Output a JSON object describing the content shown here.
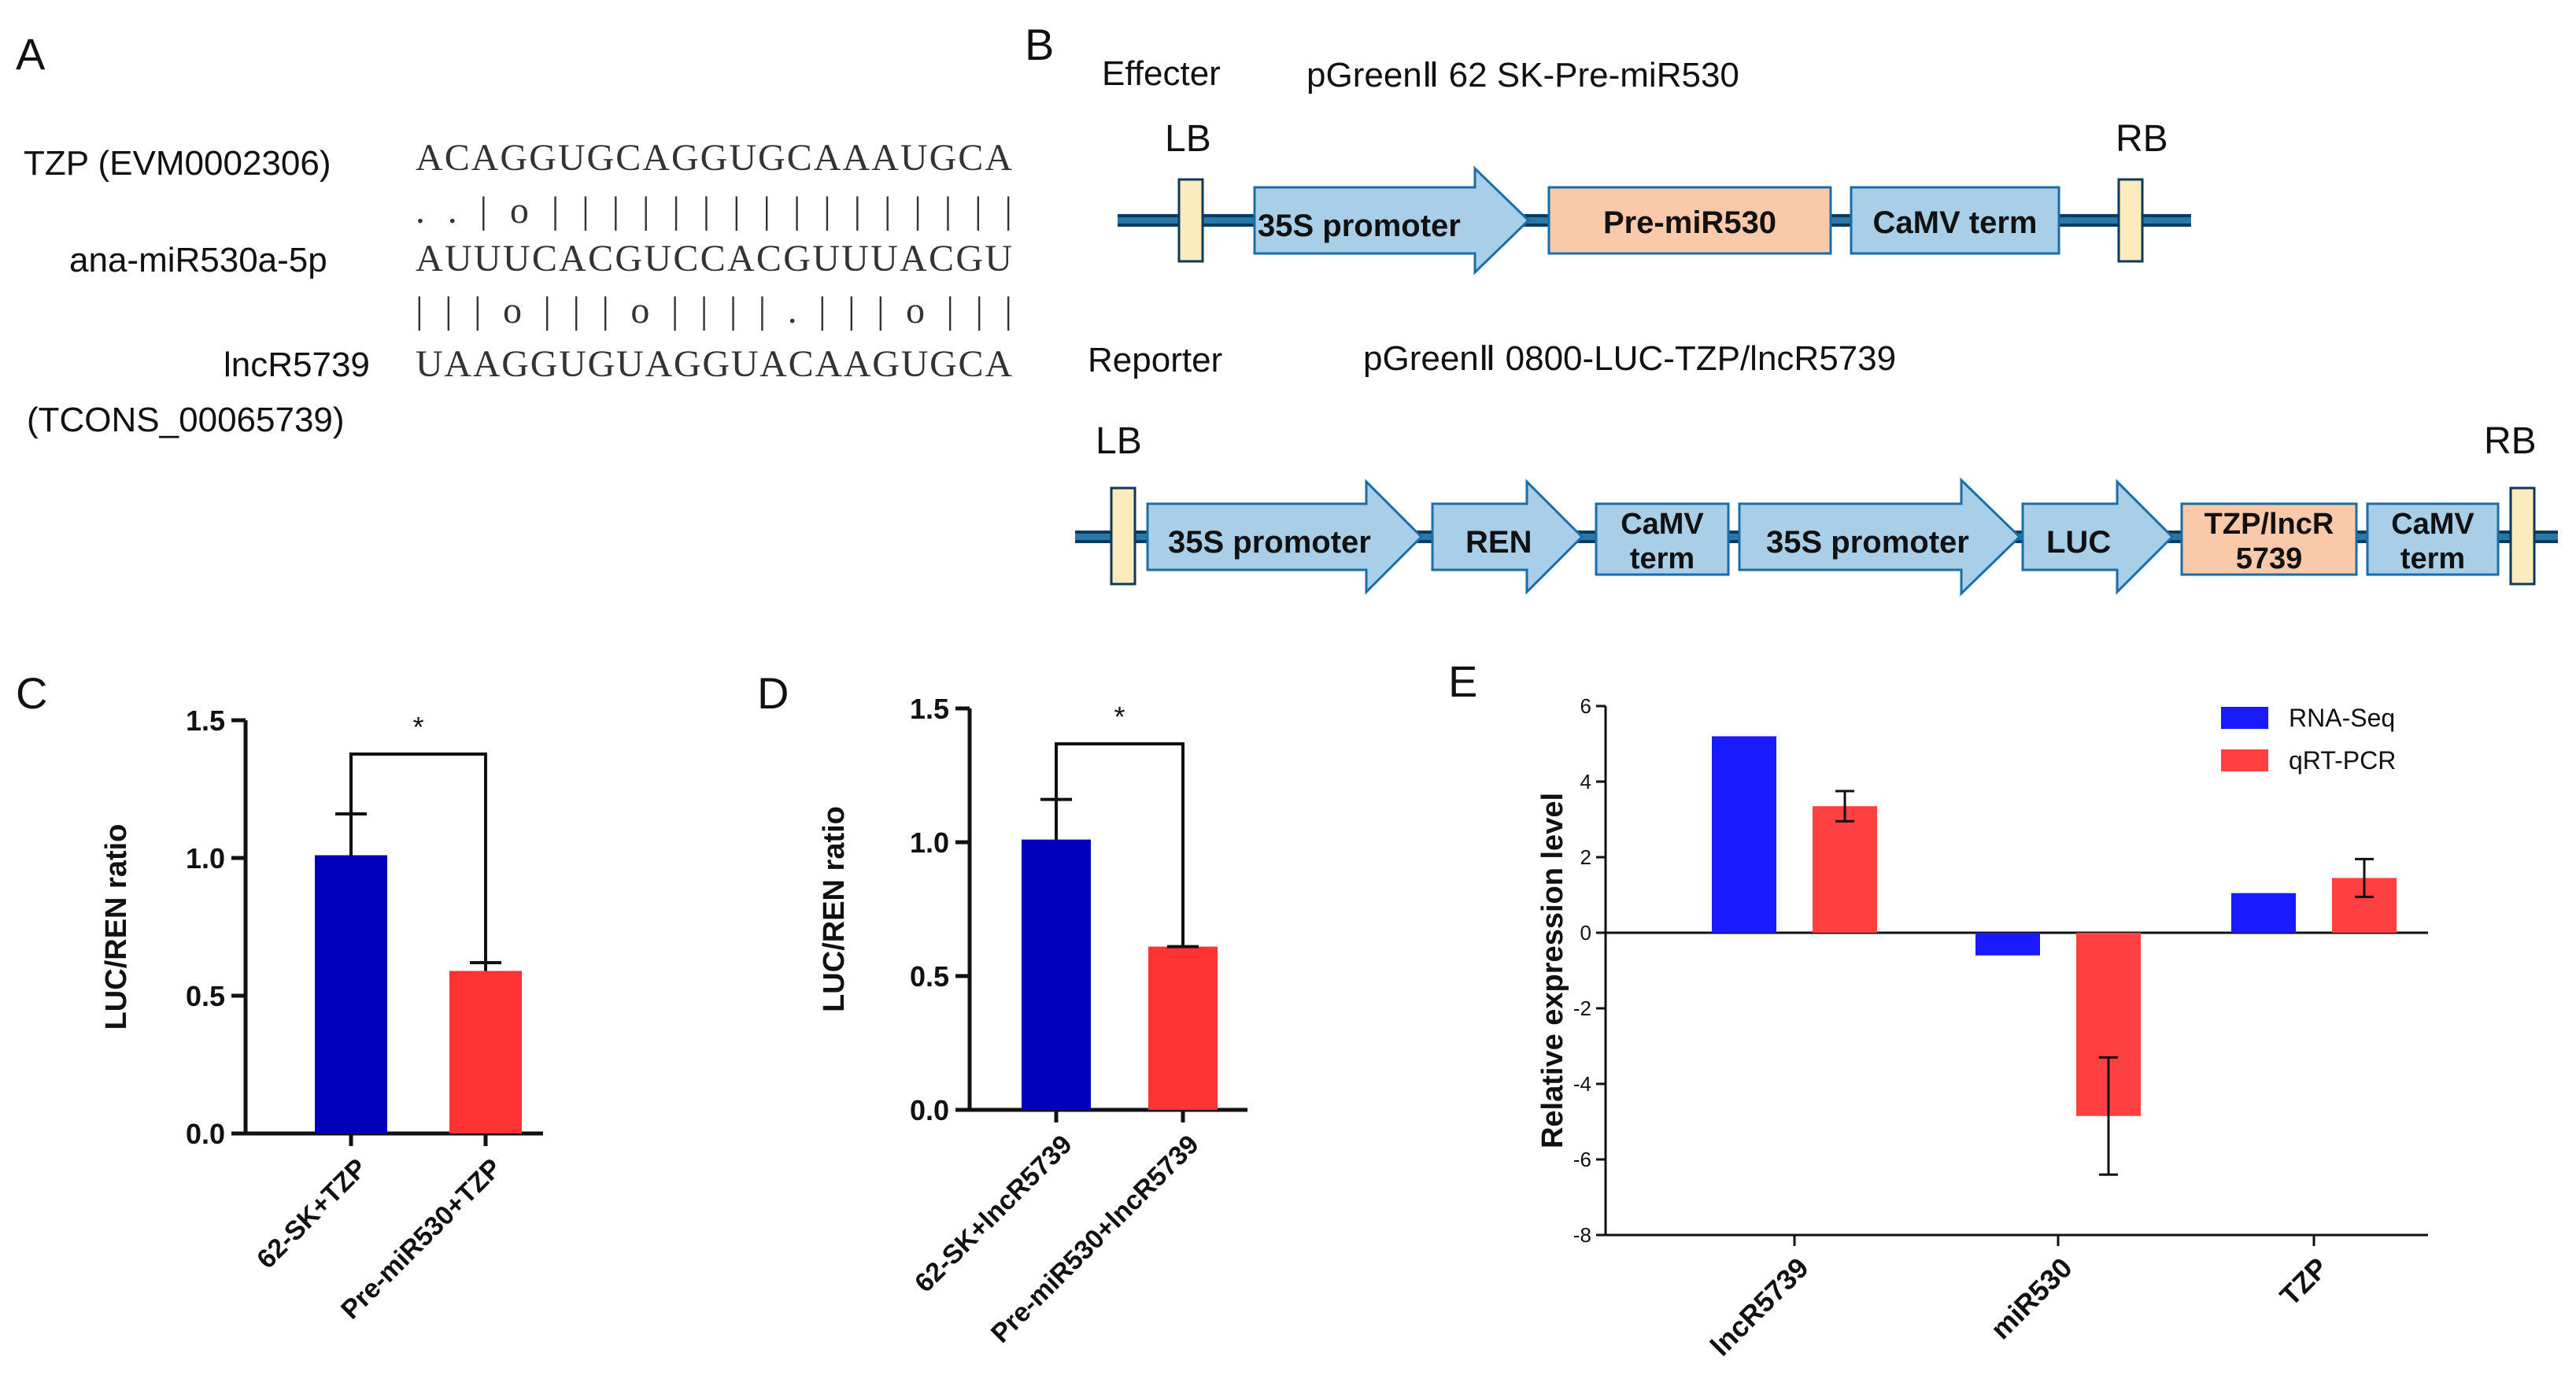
{
  "panels": {
    "A": {
      "letter": "A",
      "tzp_label": "TZP (EVM0002306)",
      "tzp_seq": "ACAGGUGCAGGUGCAAAUGCA",
      "match1": "..|o||||||||||||||||",
      "mir_label": "ana-miR530a-5p",
      "mir_seq": "AUUUCACGUCCACGUUUACGU",
      "match2": "|||o|||o||||.|||o|||",
      "lnc_label1": "lncR5739",
      "lnc_label2": "(TCONS_00065739)",
      "lnc_seq": "UAAGGUGUAGGUACAAGUGCA"
    },
    "B": {
      "letter": "B",
      "effecter_label": "Effecter",
      "effecter_construct": "pGreenⅡ 62 SK-Pre-miR530",
      "reporter_label": "Reporter",
      "reporter_construct": "pGreenⅡ 0800-LUC-TZP/lncR5739",
      "lb": "LB",
      "rb": "RB",
      "effecter_parts": [
        "35S promoter",
        "Pre-miR530",
        "CaMV term"
      ],
      "reporter_parts": [
        "35S promoter",
        "REN",
        "CaMV",
        "term",
        "35S promoter",
        "LUC",
        "TZP/lncR",
        "5739",
        "CaMV",
        "term"
      ],
      "colors": {
        "blue_box": "#a9cfe8",
        "orange_box": "#f9c9a9",
        "border_box": "#fcebbd",
        "backbone": "#0c3a5a"
      }
    },
    "C": {
      "letter": "C"
    },
    "D": {
      "letter": "D"
    },
    "E": {
      "letter": "E"
    }
  },
  "chart_data": [
    {
      "panel": "C",
      "type": "bar",
      "ylabel": "LUC/REN ratio",
      "categories": [
        "62-SK+TZP",
        "Pre-miR530+TZP"
      ],
      "values": [
        1.01,
        0.59
      ],
      "errors": [
        0.15,
        0.03
      ],
      "colors": [
        "#0000bb",
        "#ff3333"
      ],
      "ylim": [
        0.0,
        1.5
      ],
      "yticks": [
        "0.0",
        "0.5",
        "1.0",
        "1.5"
      ],
      "significance": "*"
    },
    {
      "panel": "D",
      "type": "bar",
      "ylabel": "LUC/REN ratio",
      "categories": [
        "62-SK+lncR5739",
        "Pre-miR530+lncR5739"
      ],
      "values": [
        1.01,
        0.61
      ],
      "errors": [
        0.15,
        0.0
      ],
      "colors": [
        "#0000bb",
        "#ff3333"
      ],
      "ylim": [
        0.0,
        1.5
      ],
      "yticks": [
        "0.0",
        "0.5",
        "1.0",
        "1.5"
      ],
      "significance": "*"
    },
    {
      "panel": "E",
      "type": "bar",
      "ylabel": "Relative expression level",
      "categories": [
        "lncR5739",
        "miR530",
        "TZP"
      ],
      "series": [
        {
          "name": "RNA-Seq",
          "values": [
            5.2,
            -0.6,
            1.05
          ],
          "color": "#1a1aff"
        },
        {
          "name": "qRT-PCR",
          "values": [
            3.35,
            -4.85,
            1.45
          ],
          "errors": [
            0.4,
            1.55,
            0.5
          ],
          "color": "#ff4040"
        }
      ],
      "ylim": [
        -8,
        6
      ],
      "yticks": [
        "-8",
        "-6",
        "-4",
        "-2",
        "0",
        "2",
        "4",
        "6"
      ],
      "legend": "top-right"
    }
  ]
}
